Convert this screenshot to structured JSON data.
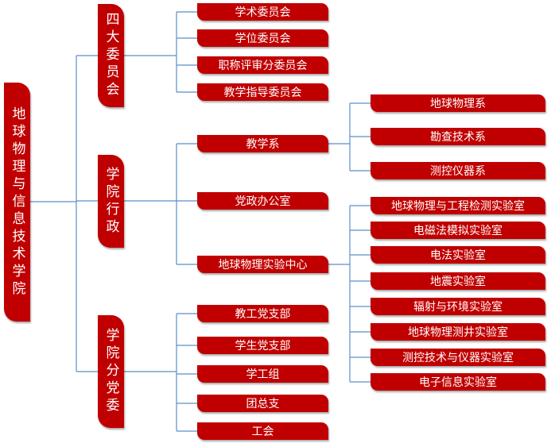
{
  "root": {
    "label": "地球物理与信息技术学院"
  },
  "committee": {
    "label": "四大委员会",
    "items": [
      "学术委员会",
      "学位委员会",
      "职称评审分委员会",
      "教学指导委员会"
    ]
  },
  "admin": {
    "label": "学院行政",
    "teaching": {
      "label": "教学系",
      "departments": [
        "地球物理系",
        "勘查技术系",
        "测控仪器系"
      ]
    },
    "office": {
      "label": "党政办公室"
    },
    "lab_center": {
      "label": "地球物理实验中心",
      "labs": [
        "地球物理与工程检测实验室",
        "电磁法模拟实验室",
        "电法实验室",
        "地震实验室",
        "辐射与环境实验室",
        "地球物理测井实验室",
        "测控技术与仪器实验室",
        "电子信息实验室"
      ]
    }
  },
  "party": {
    "label": "学院分党委",
    "items": [
      "教工党支部",
      "学生党支部",
      "学工组",
      "团总支",
      "工会"
    ]
  },
  "colors": {
    "box_fill": "#c00000",
    "box_text": "#ffffff",
    "connector": "#5b8fc7"
  }
}
